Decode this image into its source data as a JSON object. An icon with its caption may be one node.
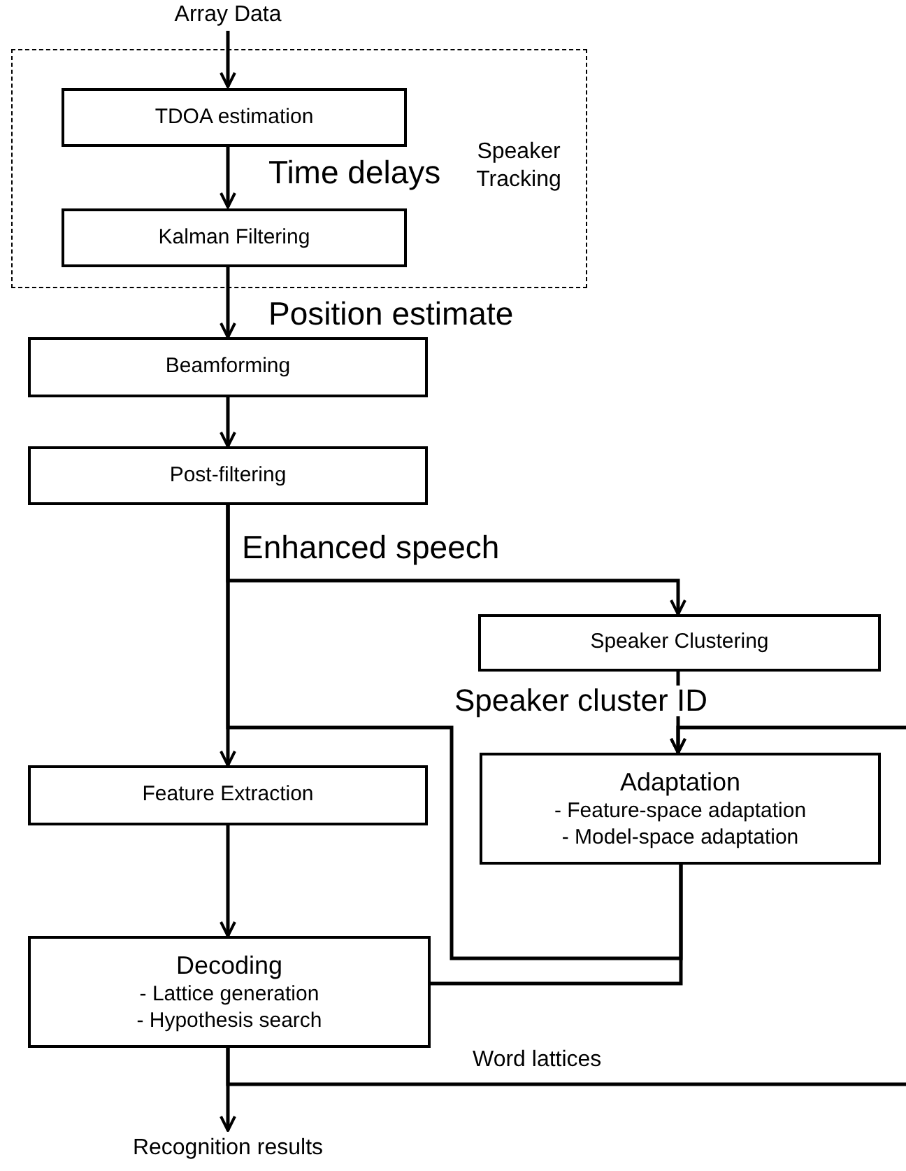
{
  "diagram": {
    "nodes": [
      {
        "text": [
          "Array Data"
        ]
      },
      {
        "text": [
          "Speaker Tracking"
        ]
      },
      {
        "text": [
          "TDOA estimation"
        ],
        "in": 1
      },
      {
        "text": [
          "Kalman Filtering"
        ],
        "in": 1
      },
      {
        "text": [
          "Beamforming"
        ]
      },
      {
        "text": [
          "Post-filtering"
        ]
      },
      {
        "text": [
          "Speaker Clustering"
        ]
      },
      {
        "text": [
          "Feature Extraction"
        ]
      },
      {
        "text": [
          "Adaptation",
          "- Feature-space adaptation",
          "- Model-space adaptation"
        ]
      },
      {
        "text": [
          "Decoding",
          "- Lattice generation",
          "- Hypothesis search"
        ]
      },
      {
        "text": [
          "Recognition results"
        ]
      }
    ],
    "edges": [
      {
        "from": 0,
        "to": 2,
        "arrow": "to"
      },
      {
        "from": 2,
        "to": 3,
        "arrow": "to",
        "label": "Time delays"
      },
      {
        "from": 3,
        "to": 4,
        "arrow": "to",
        "label": "Position estimate"
      },
      {
        "from": 4,
        "to": 5,
        "arrow": "to"
      },
      {
        "from": 5,
        "to": 6,
        "arrow": "to",
        "label": "Enhanced speech"
      },
      {
        "from": 5,
        "to": 7,
        "arrow": "to"
      },
      {
        "from": 6,
        "to": 8,
        "arrow": "to",
        "label": "Speaker cluster ID"
      },
      {
        "from": 7,
        "to": 9,
        "arrow": "to"
      },
      {
        "from": 8,
        "to": 9,
        "arrow": "to"
      },
      {
        "from": 5,
        "to": 8,
        "arrow": "none"
      },
      {
        "from": null,
        "to": 8,
        "arrow": "to"
      },
      {
        "from": 9,
        "to": 10,
        "arrow": "to"
      },
      {
        "from": 9,
        "to": null,
        "arrow": "none",
        "label": "Word lattices"
      }
    ]
  }
}
